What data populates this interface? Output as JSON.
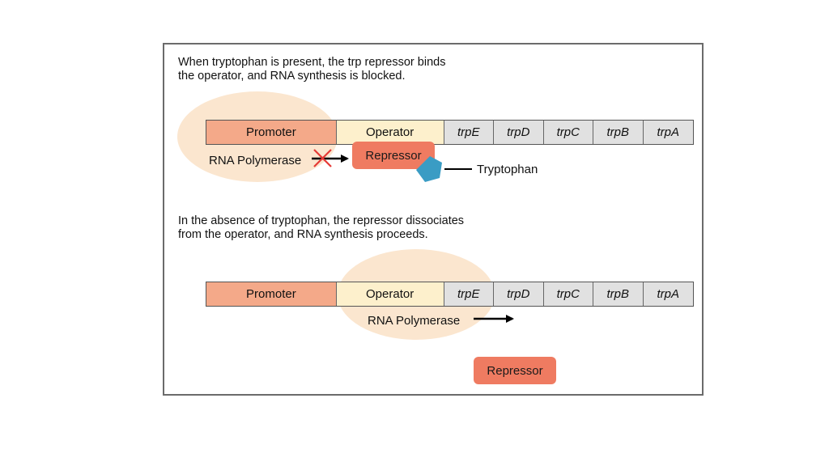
{
  "top": {
    "caption_line1": "When tryptophan is present, the trp repressor binds",
    "caption_line2": "the operator, and RNA synthesis is blocked.",
    "promoter": "Promoter",
    "operator": "Operator",
    "genes": [
      "trpE",
      "trpD",
      "trpC",
      "trpB",
      "trpA"
    ],
    "polymerase": "RNA Polymerase",
    "repressor": "Repressor",
    "tryptophan": "Tryptophan"
  },
  "bottom": {
    "caption_line1": "In the absence of tryptophan, the repressor dissociates",
    "caption_line2": "from the operator, and RNA synthesis proceeds.",
    "promoter": "Promoter",
    "operator": "Operator",
    "genes": [
      "trpE",
      "trpD",
      "trpC",
      "trpB",
      "trpA"
    ],
    "polymerase": "RNA Polymerase",
    "repressor": "Repressor"
  },
  "colors": {
    "promoter": "#f4a989",
    "operator": "#fdf0cc",
    "gene": "#e1e1e1",
    "polymerase_oval": "#fbe6cf",
    "repressor": "#ef7b61",
    "tryptophan": "#3a9cc4",
    "block_x": "#e53935"
  }
}
